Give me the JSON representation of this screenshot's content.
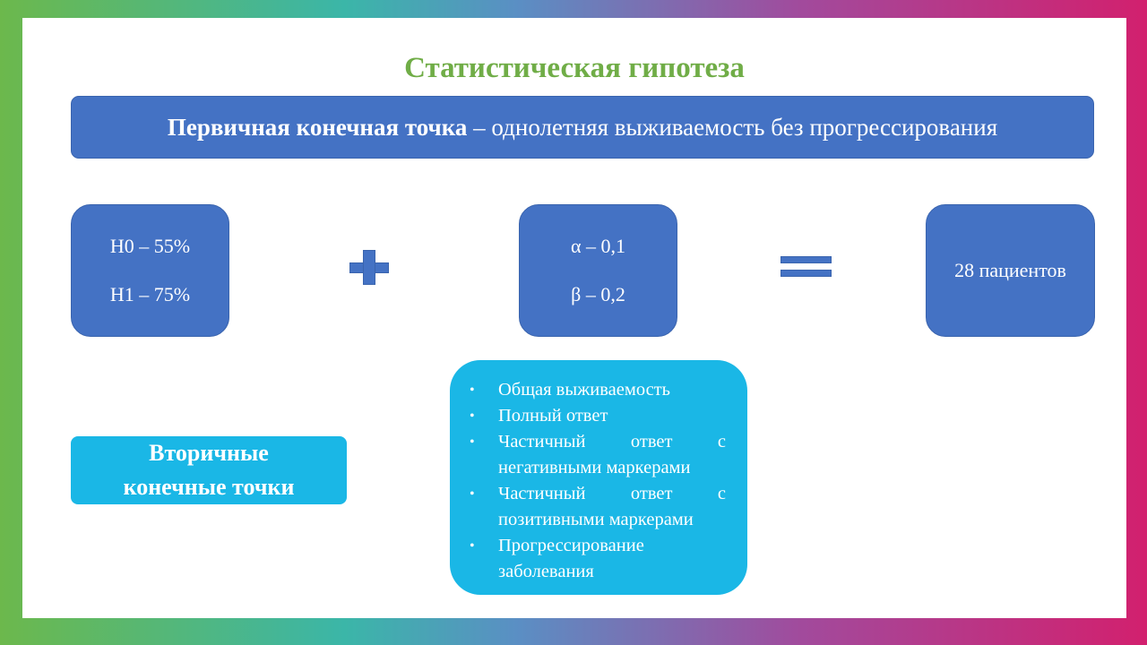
{
  "slide": {
    "title": "Статистическая гипотеза",
    "primary_endpoint": {
      "label_bold": "Первичная конечная точка",
      "label_rest": " – однолетняя выживаемость без прогрессирования"
    },
    "hypotheses": [
      "H0 – 55%",
      "H1 – 75%"
    ],
    "errors": [
      "α – 0,1",
      "β – 0,2"
    ],
    "result": "28 пациентов",
    "secondary_label_lines": [
      "Вторичные",
      "конечные точки"
    ],
    "secondary_items": [
      "Общая выживаемость",
      "Полный ответ",
      "Частичный ответ с негативными маркерами",
      "Частичный ответ с позитивными маркерами",
      "Прогрессирование заболевания"
    ],
    "bullet_symbol": "•",
    "icons": {
      "plus": "plus-icon",
      "equals": "equals-icon"
    },
    "colors": {
      "title": "#70ad47",
      "box_blue": "#4472c4",
      "box_cyan": "#1ab7e6"
    }
  }
}
